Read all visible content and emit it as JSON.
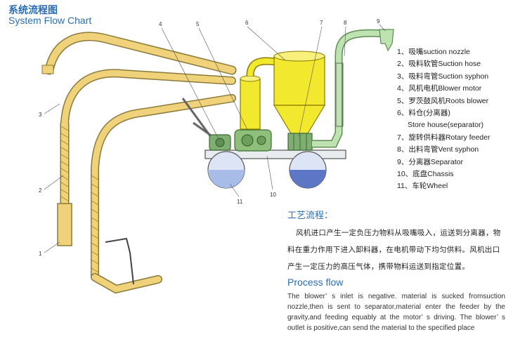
{
  "header": {
    "title_cn": "系统流程图",
    "title_en": "System Flow Chart"
  },
  "diagram": {
    "callouts": [
      "1",
      "2",
      "3",
      "4",
      "5",
      "6",
      "7",
      "8",
      "9",
      "10",
      "11"
    ],
    "colors": {
      "machine_yellow": "#f2e92e",
      "hose_yellow": "#f0d27a",
      "pipe_green": "#bfe3b0",
      "motor_green": "#8fbf7a",
      "wheel_blue": "#a7bce6"
    }
  },
  "legend": {
    "items": [
      {
        "text": "1、吸嘴suction nozzle"
      },
      {
        "text": "2、吸料软管Suction hose"
      },
      {
        "text": "3、吸料弯管Suction syphon"
      },
      {
        "text": "4、风机电机Blower motor"
      },
      {
        "text": "5、罗茨鼓风机Roots blower"
      },
      {
        "text": "6、料仓(分离器)"
      },
      {
        "text": "Store house(separator)",
        "sub": true
      },
      {
        "text": "7、旋转供料器Rotary feeder"
      },
      {
        "text": "8、出料弯管Vent syphon"
      },
      {
        "text": "9、分离器Separator"
      },
      {
        "text": "10、底盘Chassis"
      },
      {
        "text": "11、车轮Wheel"
      }
    ]
  },
  "process_cn": {
    "title": "工艺流程：",
    "body": "风机进口产生一定负压力物料从吸嘴吸入，运送到分离器，物料在重力作用下进入卸料器，在电机带动下均匀供料。风机出口产生一定压力的高压气体，携带物料运送到指定位置。"
  },
  "process_en": {
    "title": "Process flow",
    "body": "The blower’ s inlet is negative.  material is sucked fromsuction nozzle,then is sent to separator,material enter the feeder by the gravity,and feeding equably at the motor’ s driving. The blower’ s outlet is positive,can send the material to the specified place"
  }
}
